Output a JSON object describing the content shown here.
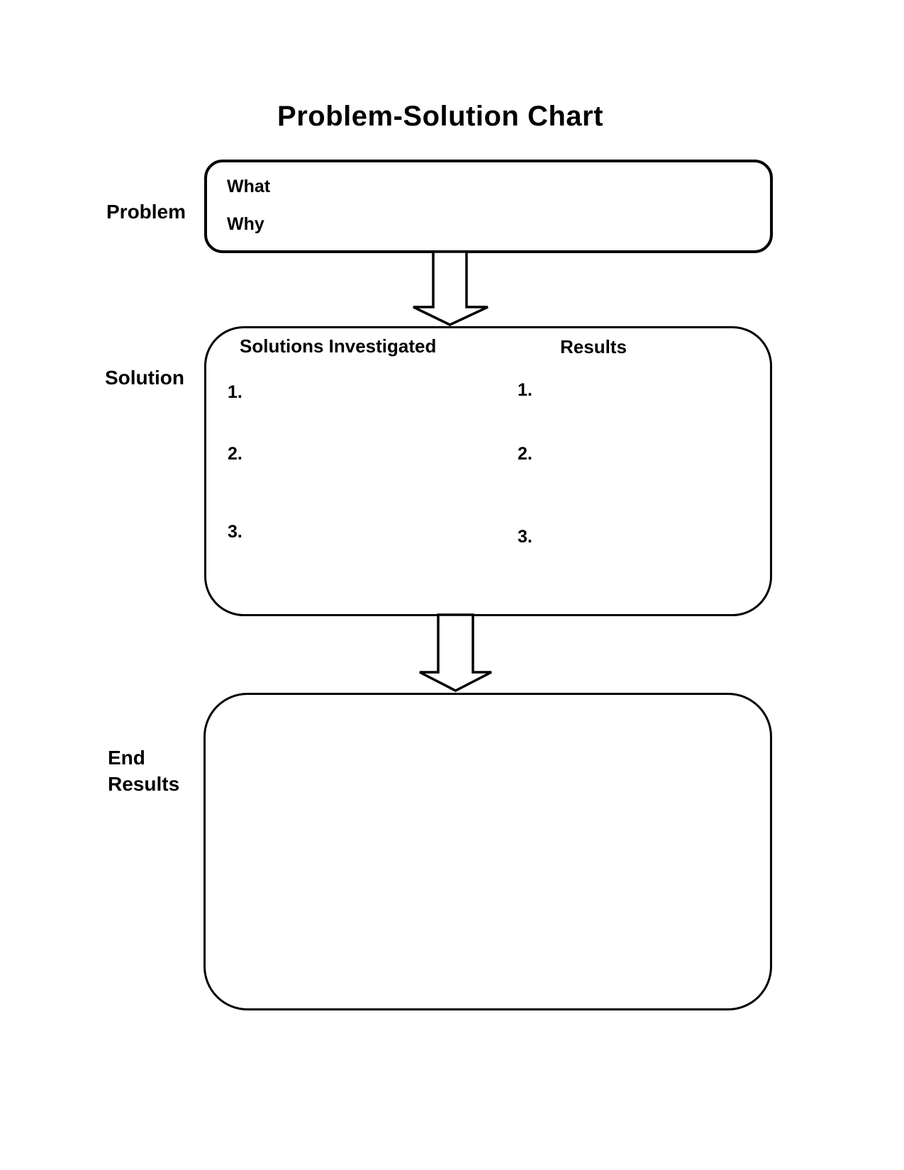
{
  "page": {
    "title": "Problem-Solution Chart"
  },
  "problem": {
    "label": "Problem",
    "what_label": "What",
    "why_label": "Why"
  },
  "solution": {
    "label": "Solution",
    "left_header": "Solutions Investigated",
    "right_header": "Results",
    "left_items": [
      "1.",
      "2.",
      "3."
    ],
    "right_items": [
      "1.",
      "2.",
      "3."
    ]
  },
  "end_results": {
    "label_line1": "End",
    "label_line2": "Results"
  },
  "colors": {
    "ink": "#000000",
    "paper": "#ffffff"
  }
}
